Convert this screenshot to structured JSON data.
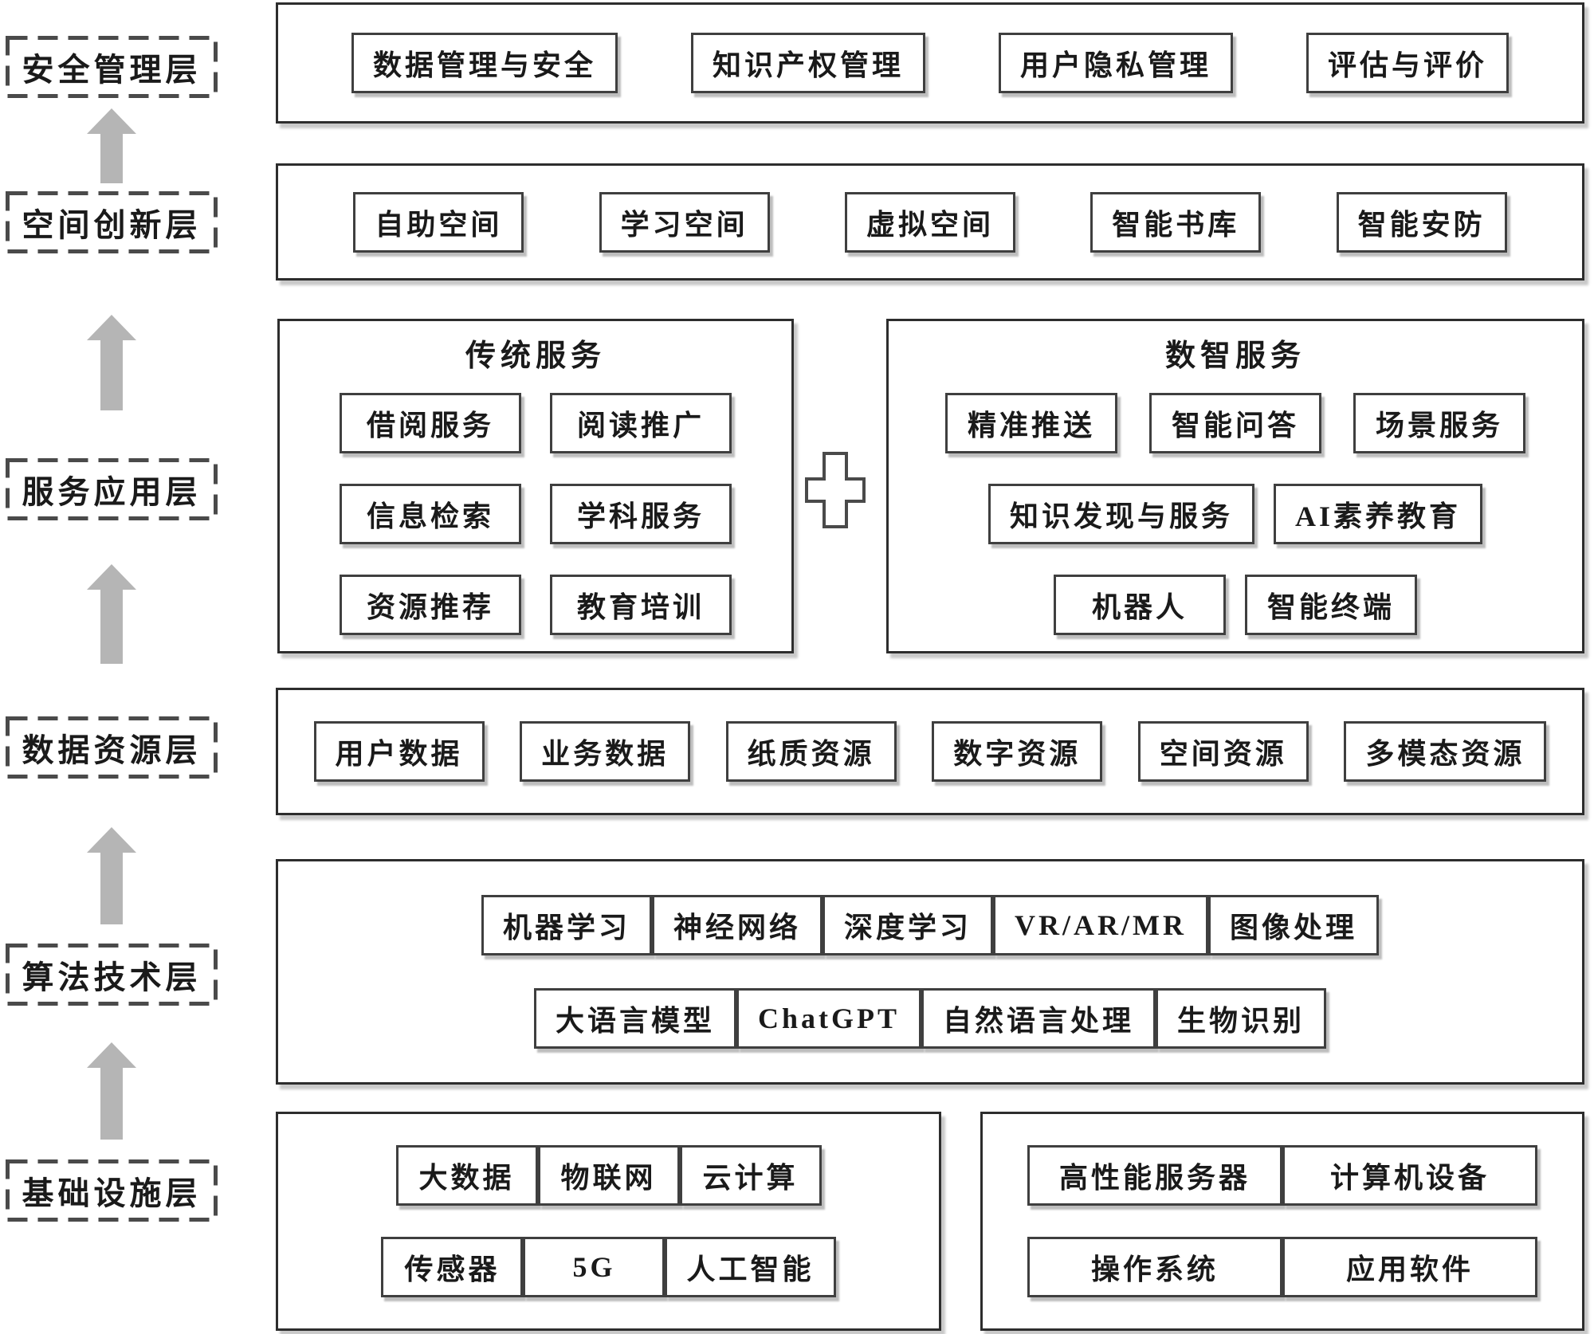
{
  "figure": {
    "type": "layered-architecture-diagram",
    "colors": {
      "background": "#ffffff",
      "box_border": "#2d2d2d",
      "chip_border": "#3f3f3f",
      "dashed_border": "#4a4a4a",
      "arrow_gray": "#b5b5b5",
      "text": "#1a1a1a"
    }
  },
  "rail": {
    "layers": [
      {
        "label": "安全管理层"
      },
      {
        "label": "空间创新层"
      },
      {
        "label": "服务应用层"
      },
      {
        "label": "数据资源层"
      },
      {
        "label": "算法技术层"
      },
      {
        "label": "基础设施层"
      }
    ],
    "arrow_icon": "up-arrow"
  },
  "rows": {
    "security": {
      "items": [
        "数据管理与安全",
        "知识产权管理",
        "用户隐私管理",
        "评估与评价"
      ]
    },
    "space": {
      "items": [
        "自助空间",
        "学习空间",
        "虚拟空间",
        "智能书库",
        "智能安防"
      ]
    },
    "service": {
      "traditional": {
        "title": "传统服务",
        "row1": [
          "借阅服务",
          "阅读推广"
        ],
        "row2": [
          "信息检索",
          "学科服务"
        ],
        "row3": [
          "资源推荐",
          "教育培训"
        ]
      },
      "plus": "+",
      "smart": {
        "title": "数智服务",
        "row1": [
          "精准推送",
          "智能问答",
          "场景服务"
        ],
        "row2": [
          "知识发现与服务",
          "AI素养教育"
        ],
        "row3": [
          "机器人",
          "智能终端"
        ]
      }
    },
    "data": {
      "items": [
        "用户数据",
        "业务数据",
        "纸质资源",
        "数字资源",
        "空间资源",
        "多模态资源"
      ]
    },
    "algorithm": {
      "row1": [
        "机器学习",
        "神经网络",
        "深度学习",
        "VR/AR/MR",
        "图像处理"
      ],
      "row2": [
        "大语言模型",
        "ChatGPT",
        "自然语言处理",
        "生物识别"
      ]
    },
    "infrastructure": {
      "hardware": {
        "row1": [
          "大数据",
          "物联网",
          "云计算"
        ],
        "row2": [
          "传感器",
          "5G",
          "人工智能"
        ]
      },
      "software": {
        "row1": [
          "高性能服务器",
          "计算机设备"
        ],
        "row2": [
          "操作系统",
          "应用软件"
        ]
      }
    }
  }
}
